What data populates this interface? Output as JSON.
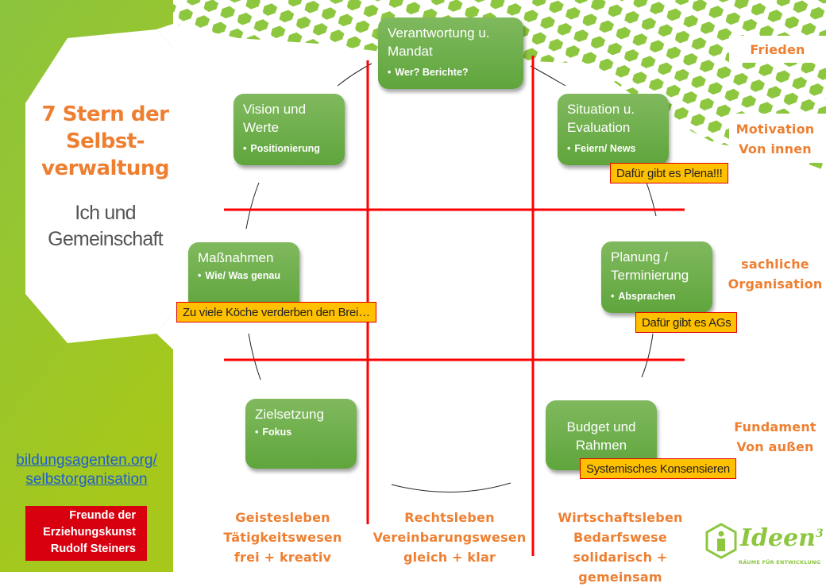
{
  "title": {
    "line1": "7 Stern der",
    "line2": "Selbst-",
    "line3": "verwaltung"
  },
  "subtitle": {
    "line1": "Ich und",
    "line2": "Gemeinschaft"
  },
  "link": {
    "line1": "bildungsagenten.org/",
    "line2": "selbstorganisation"
  },
  "sponsor_logo": {
    "line1": "Freunde der",
    "line2": "Erziehungskunst",
    "line3": "Rudolf Steiners"
  },
  "nodes": [
    {
      "title": "Verantwortung u. Mandat",
      "bullet": "Wer? Berichte?"
    },
    {
      "title": "Situation u. Evaluation",
      "bullet": "Feiern/  News"
    },
    {
      "title": "Planung / Terminierung",
      "bullet": "Absprachen"
    },
    {
      "title": "Budget und Rahmen",
      "bullet": ""
    },
    {
      "title": "Zielsetzung",
      "bullet": "Fokus"
    },
    {
      "title": "Maßnahmen",
      "bullet": "Wie/ Was genau"
    },
    {
      "title": "Vision und Werte",
      "bullet": "Positionierung"
    }
  ],
  "notes": {
    "plena": "Dafür gibt es Plena!!!",
    "ags": "Dafür gibt es AGs",
    "koeche": "Zu viele Köche verderben den Brei…",
    "konsens": "Systemisches Konsensieren"
  },
  "right_labels": {
    "frieden": "Frieden",
    "motivation": [
      "Motivation",
      "Von innen"
    ],
    "sachlich": [
      "sachliche",
      "Organisation"
    ],
    "fundament": [
      "Fundament",
      "Von außen"
    ]
  },
  "columns": [
    {
      "lines": [
        "Geistesleben",
        "Tätigkeitswesen",
        "frei + kreativ"
      ]
    },
    {
      "lines": [
        "Rechtsleben",
        "Vereinbarungswesen",
        "gleich + klar"
      ]
    },
    {
      "lines": [
        "Wirtschaftsleben",
        "Bedarfswese",
        "solidarisch + gemeinsam"
      ]
    }
  ],
  "brand_logo": {
    "name": "Ideen",
    "superscript": "3",
    "tagline": "RÄUME FÜR ENTWICKLUNG"
  },
  "colors": {
    "green": "#8dc63f",
    "orange": "#ee7f31",
    "red_line": "#ff0000",
    "note_bg": "#ffc000"
  }
}
